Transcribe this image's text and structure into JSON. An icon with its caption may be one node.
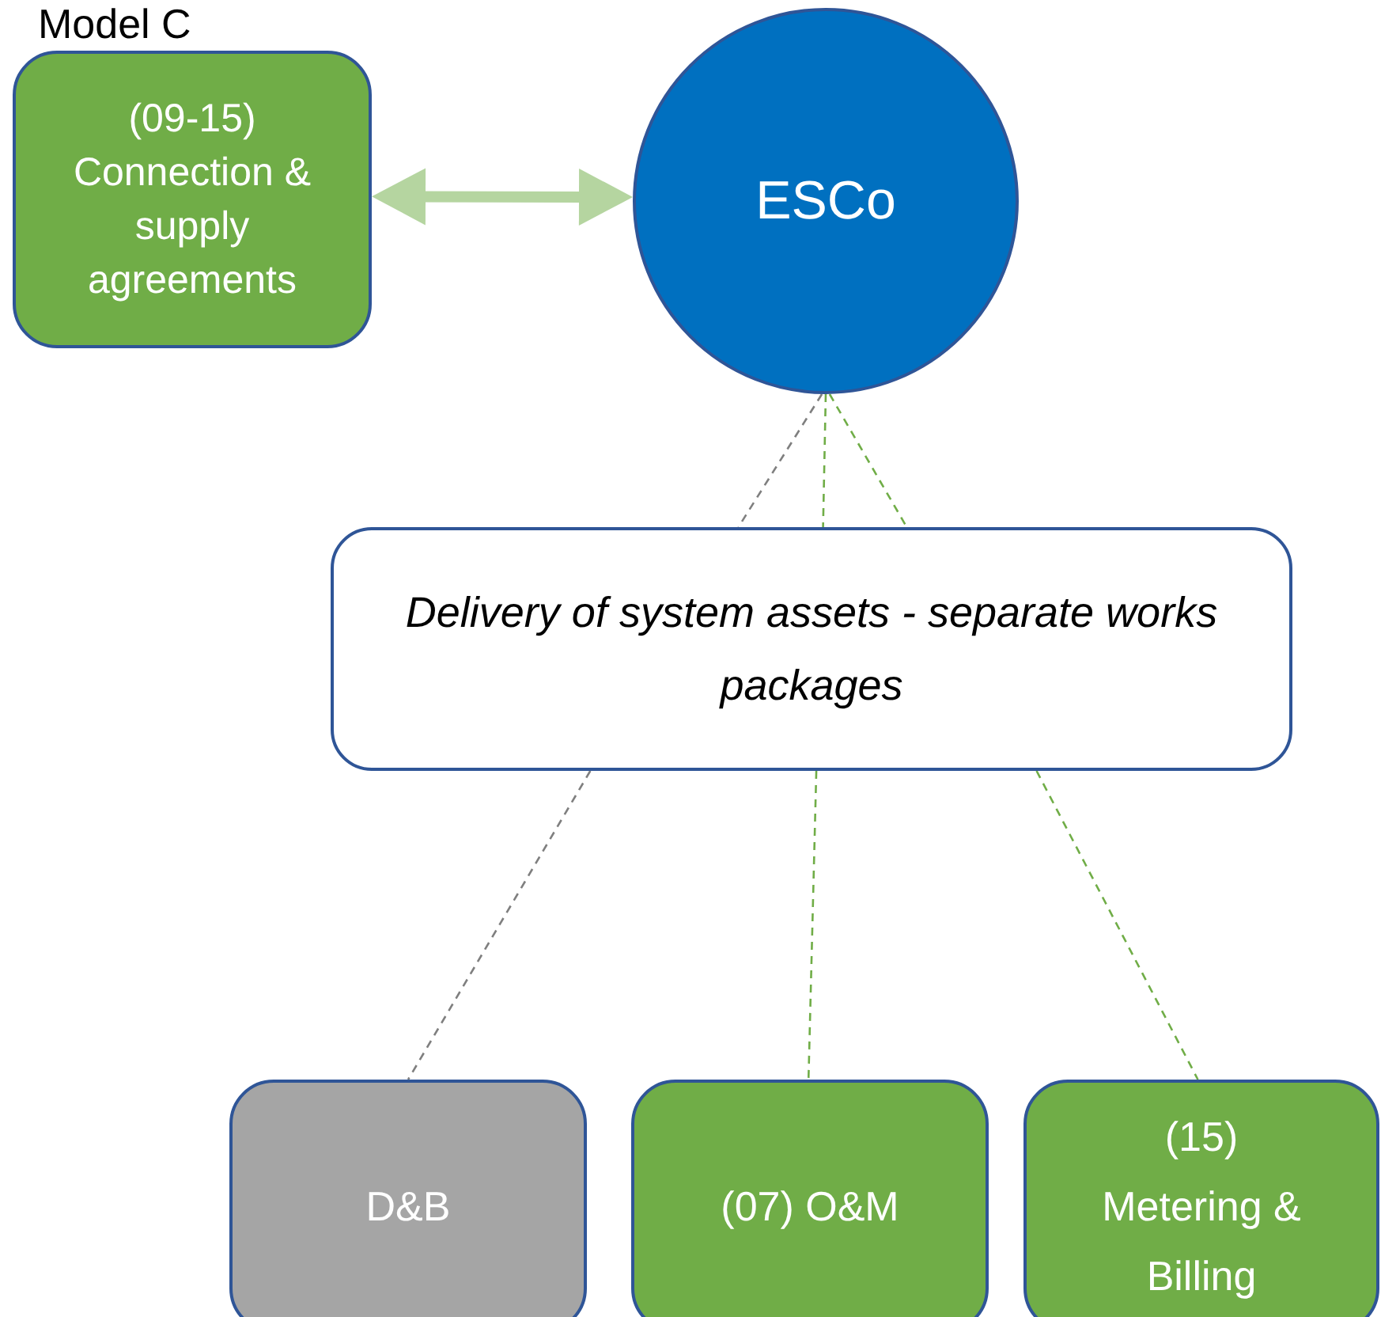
{
  "diagram": {
    "title": "Model C",
    "nodes": [
      {
        "text": [
          "(09-15) Connection & supply agreements"
        ]
      },
      {
        "text": [
          "ESCo"
        ]
      },
      {
        "text": [
          "Delivery of system assets - separate works packages"
        ]
      },
      {
        "text": [
          "D&B"
        ]
      },
      {
        "text": [
          "(07) O&M"
        ]
      },
      {
        "text": [
          "(15) Metering & Billing"
        ]
      }
    ],
    "edges": [
      {
        "from": 0,
        "to": 1,
        "arrow": "both",
        "style": "thick",
        "color": "#b5d5a0"
      },
      {
        "from": 1,
        "to": 2,
        "arrow": "none",
        "style": "dashed",
        "color": "#7f7f7f"
      },
      {
        "from": 1,
        "to": 2,
        "arrow": "none",
        "style": "dashed"
      },
      {
        "from": 1,
        "to": 2,
        "arrow": "none",
        "style": "dashed"
      },
      {
        "from": 2,
        "to": 3,
        "arrow": "none",
        "style": "dashed",
        "color": "#7f7f7f"
      },
      {
        "from": 2,
        "to": 4,
        "arrow": "none",
        "style": "dashed"
      },
      {
        "from": 2,
        "to": 5,
        "arrow": "none",
        "style": "dashed"
      }
    ]
  }
}
